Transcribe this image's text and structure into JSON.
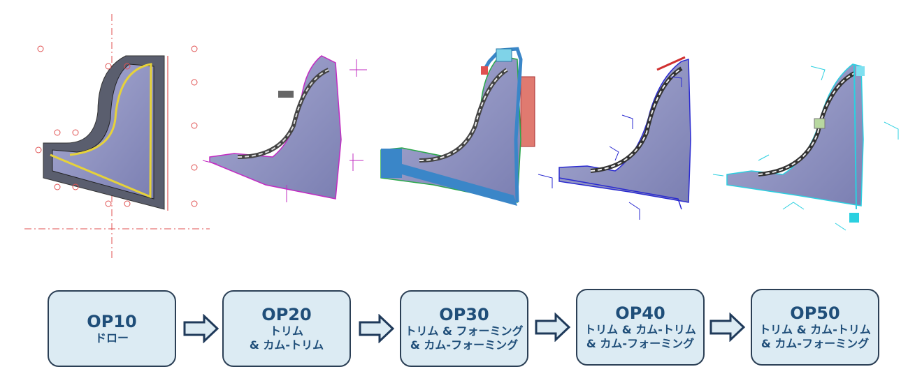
{
  "process": {
    "colors": {
      "box_fill": "#dcebf3",
      "box_border": "#2b3f55",
      "text": "#1f4e79",
      "arrow_fill": "#dcebf3",
      "arrow_stroke": "#1f3a5a"
    },
    "steps": [
      {
        "title": "OP10",
        "subtitle": "ドロー"
      },
      {
        "title": "OP20",
        "subtitle": "トリム\n& カム-トリム"
      },
      {
        "title": "OP30",
        "subtitle": "トリム & フォーミング\n& カム-フォーミング"
      },
      {
        "title": "OP40",
        "subtitle": "トリム & カム-トリム\n& カム-フォーミング"
      },
      {
        "title": "OP50",
        "subtitle": "トリム & カム-トリム\n& カム-フォーミング"
      }
    ],
    "icons": {
      "arrow": "right-arrow-icon"
    }
  }
}
